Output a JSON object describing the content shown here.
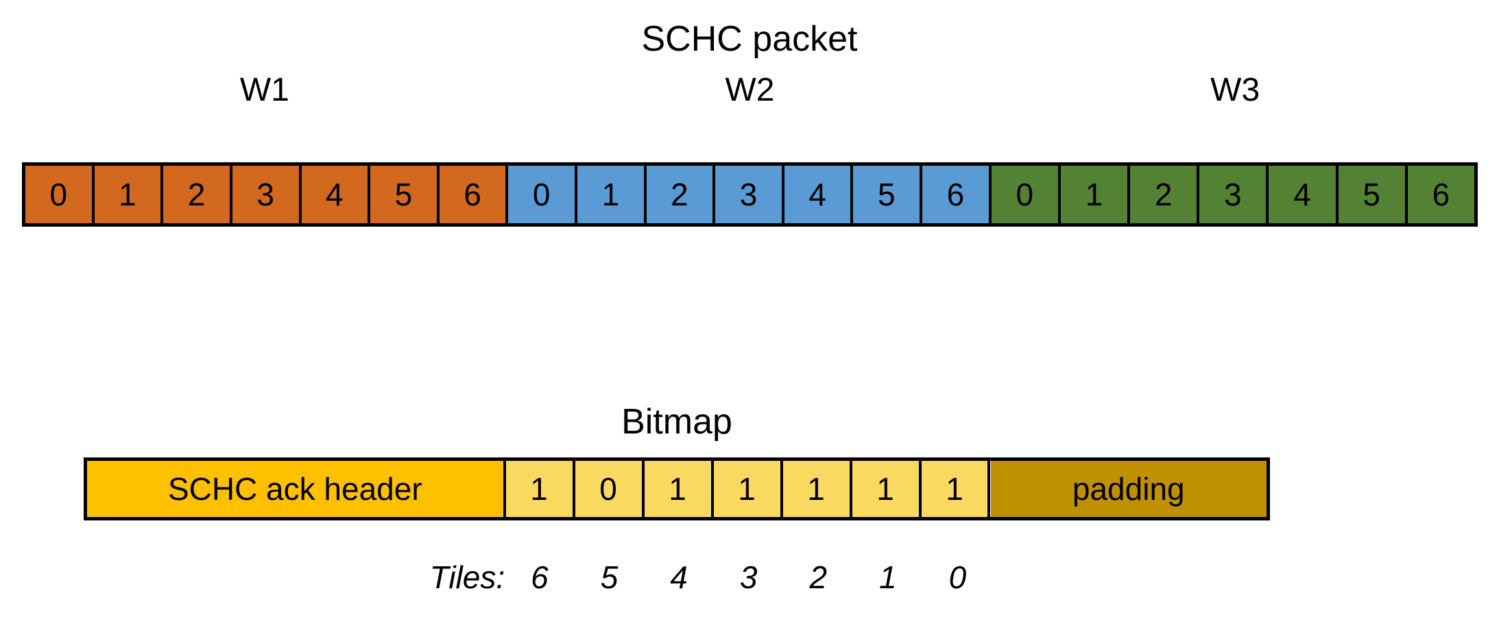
{
  "diagram": {
    "packet": {
      "title": "SCHC packet",
      "windows": [
        {
          "label": "W1",
          "color": "#D2691E",
          "tiles": [
            "0",
            "1",
            "2",
            "3",
            "4",
            "5",
            "6"
          ]
        },
        {
          "label": "W2",
          "color": "#5B9BD5",
          "tiles": [
            "0",
            "1",
            "2",
            "3",
            "4",
            "5",
            "6"
          ]
        },
        {
          "label": "W3",
          "color": "#548235",
          "tiles": [
            "0",
            "1",
            "2",
            "3",
            "4",
            "5",
            "6"
          ]
        }
      ]
    },
    "bitmap": {
      "title": "Bitmap",
      "ack_header_label": "SCHC ack header",
      "ack_header_color": "#FFC000",
      "bits": [
        "1",
        "0",
        "1",
        "1",
        "1",
        "1",
        "1"
      ],
      "bit_color": "#FAD961",
      "padding_label": "padding",
      "padding_color": "#BF9000",
      "tiles_caption": "Tiles:",
      "tile_indices": [
        "6",
        "5",
        "4",
        "3",
        "2",
        "1",
        "0"
      ]
    },
    "colors": {
      "border": "#000000",
      "background": "#FFFFFF",
      "text": "#000000"
    }
  }
}
